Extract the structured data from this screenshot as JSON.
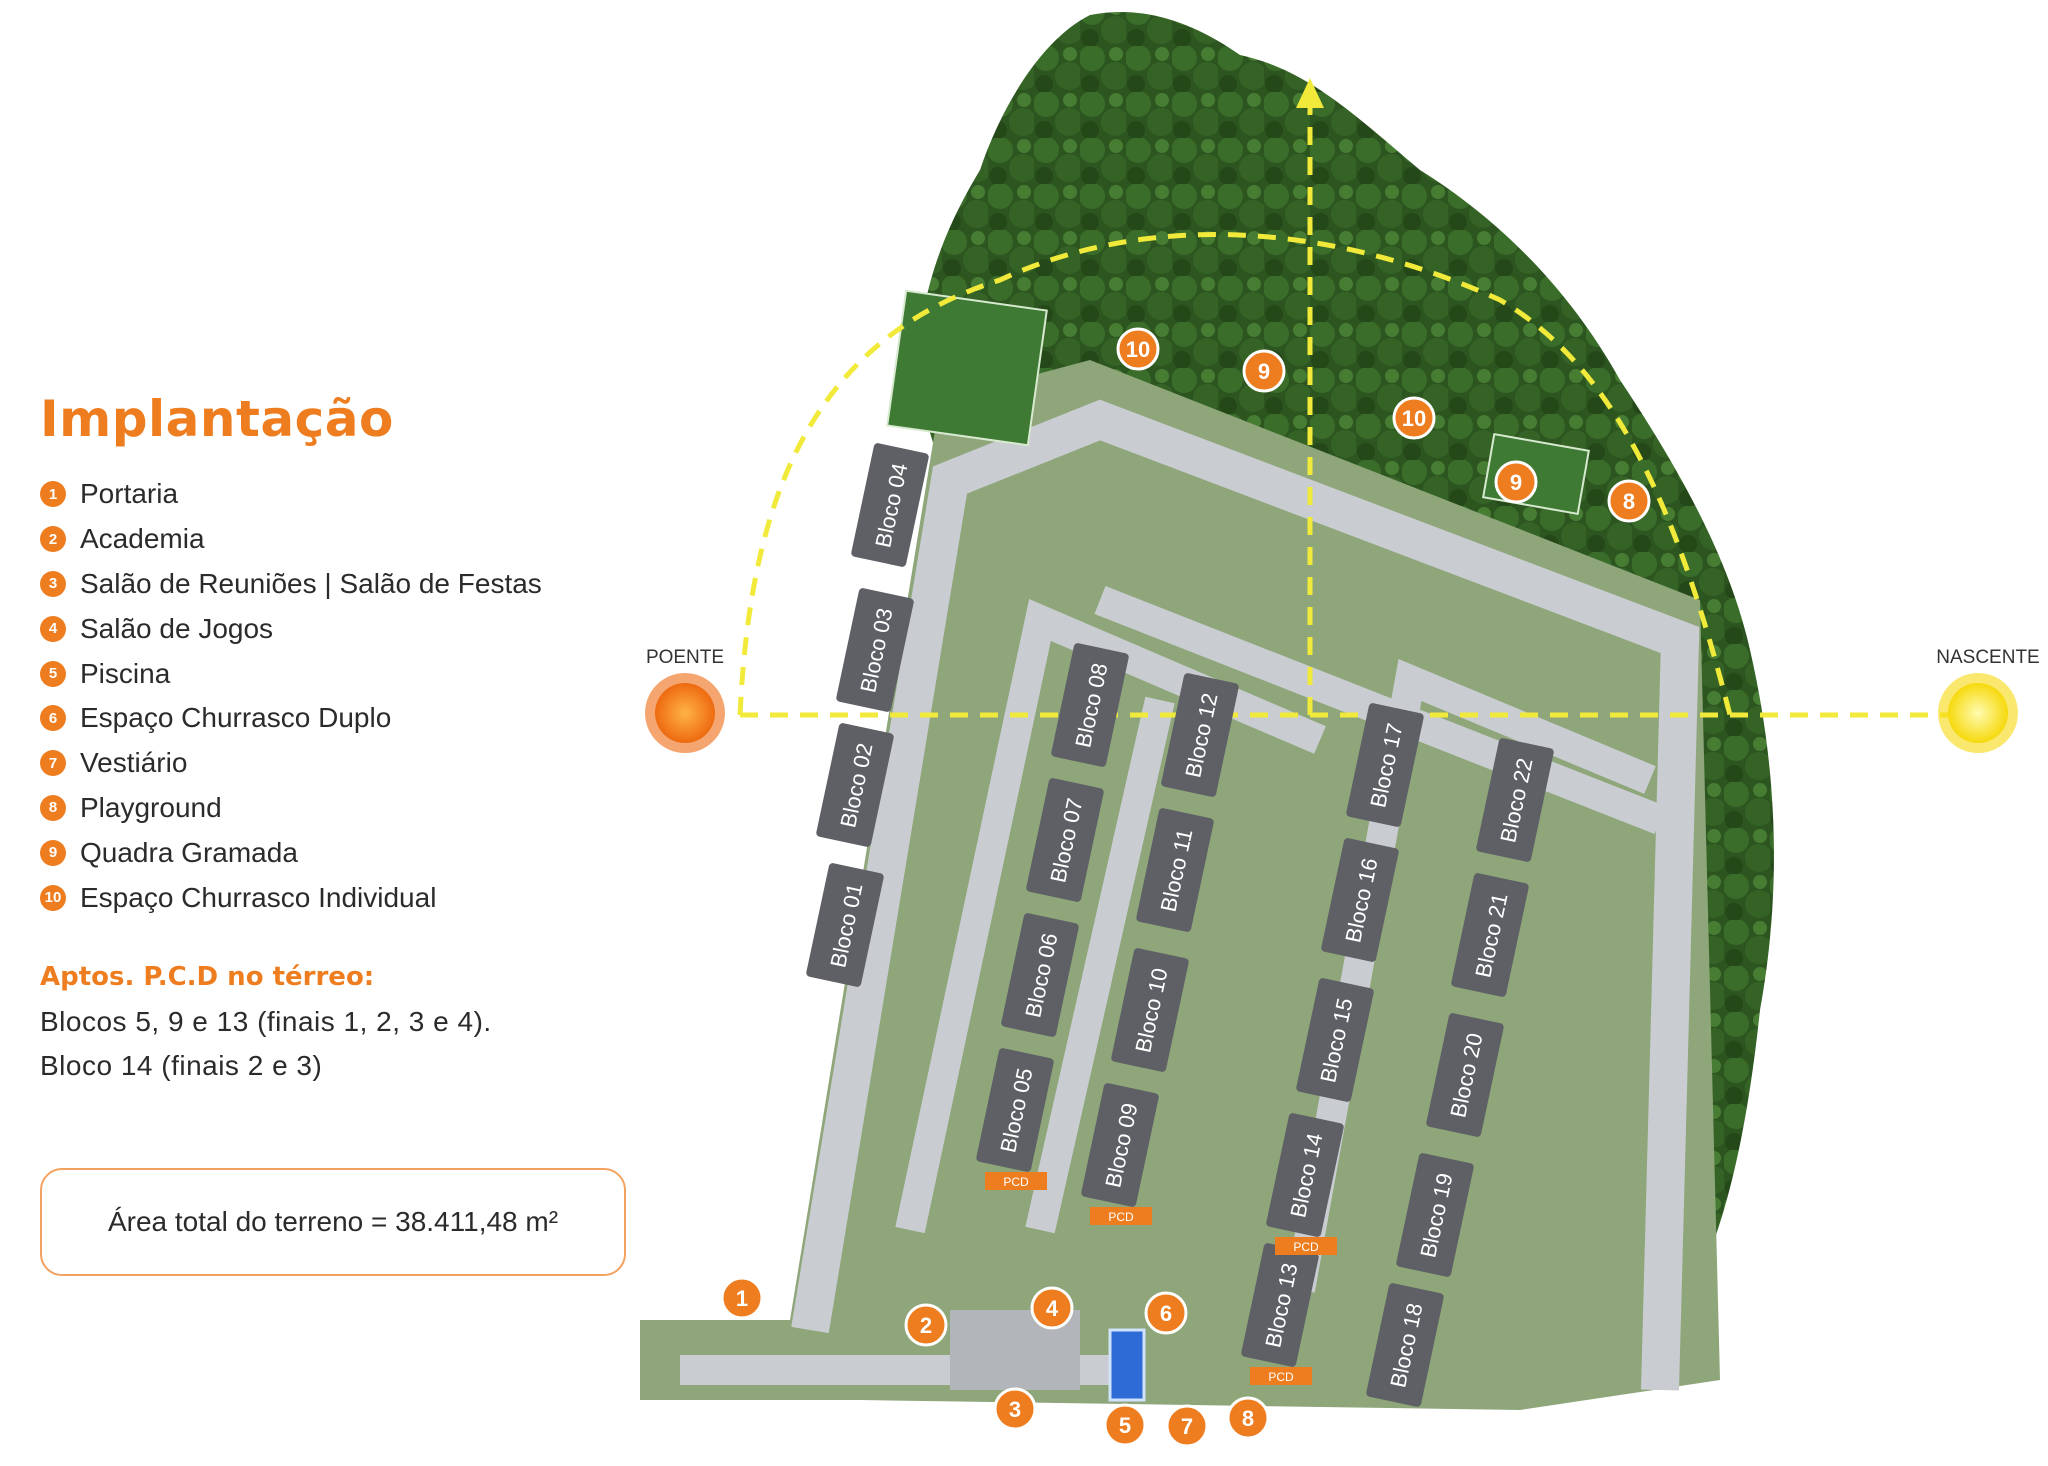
{
  "legend": {
    "title": "Implantação",
    "items": [
      {
        "n": "1",
        "label": "Portaria"
      },
      {
        "n": "2",
        "label": "Academia"
      },
      {
        "n": "3",
        "label": "Salão de Reuniões | Salão de Festas"
      },
      {
        "n": "4",
        "label": "Salão de Jogos"
      },
      {
        "n": "5",
        "label": "Piscina"
      },
      {
        "n": "6",
        "label": "Espaço Churrasco Duplo"
      },
      {
        "n": "7",
        "label": "Vestiário"
      },
      {
        "n": "8",
        "label": "Playground"
      },
      {
        "n": "9",
        "label": "Quadra Gramada"
      },
      {
        "n": "10",
        "label": "Espaço Churrasco Individual"
      }
    ]
  },
  "pcd": {
    "title": "Aptos. P.C.D no térreo:",
    "line1": "Blocos 5, 9 e 13 (finais 1, 2, 3 e 4).",
    "line2": "Bloco 14 (finais 2 e 3)"
  },
  "area": "Área total do terreno = 38.411,48 m²",
  "map": {
    "north": "N",
    "west_label": "POENTE",
    "east_label": "NASCENTE",
    "pcd_tag": "PCD",
    "colors": {
      "accent": "#ee7d20",
      "sun_arc": "#f1ea3a",
      "block": "#5e6066",
      "forest": "#2f5a22",
      "road": "#c9cdd1"
    },
    "blocks": [
      {
        "label": "Bloco 01"
      },
      {
        "label": "Bloco 02"
      },
      {
        "label": "Bloco 03"
      },
      {
        "label": "Bloco 04"
      },
      {
        "label": "Bloco 05",
        "pcd": true
      },
      {
        "label": "Bloco 06"
      },
      {
        "label": "Bloco 07"
      },
      {
        "label": "Bloco 08"
      },
      {
        "label": "Bloco 09",
        "pcd": true
      },
      {
        "label": "Bloco 10"
      },
      {
        "label": "Bloco 11"
      },
      {
        "label": "Bloco 12"
      },
      {
        "label": "Bloco 13",
        "pcd": true
      },
      {
        "label": "Bloco 14",
        "pcd": true
      },
      {
        "label": "Bloco 15"
      },
      {
        "label": "Bloco 16"
      },
      {
        "label": "Bloco 17"
      },
      {
        "label": "Bloco 18"
      },
      {
        "label": "Bloco 19"
      },
      {
        "label": "Bloco 20"
      },
      {
        "label": "Bloco 21"
      },
      {
        "label": "Bloco 22"
      }
    ],
    "markers": [
      "1",
      "2",
      "3",
      "4",
      "5",
      "6",
      "7",
      "8",
      "9",
      "9",
      "10",
      "10",
      "8"
    ]
  }
}
